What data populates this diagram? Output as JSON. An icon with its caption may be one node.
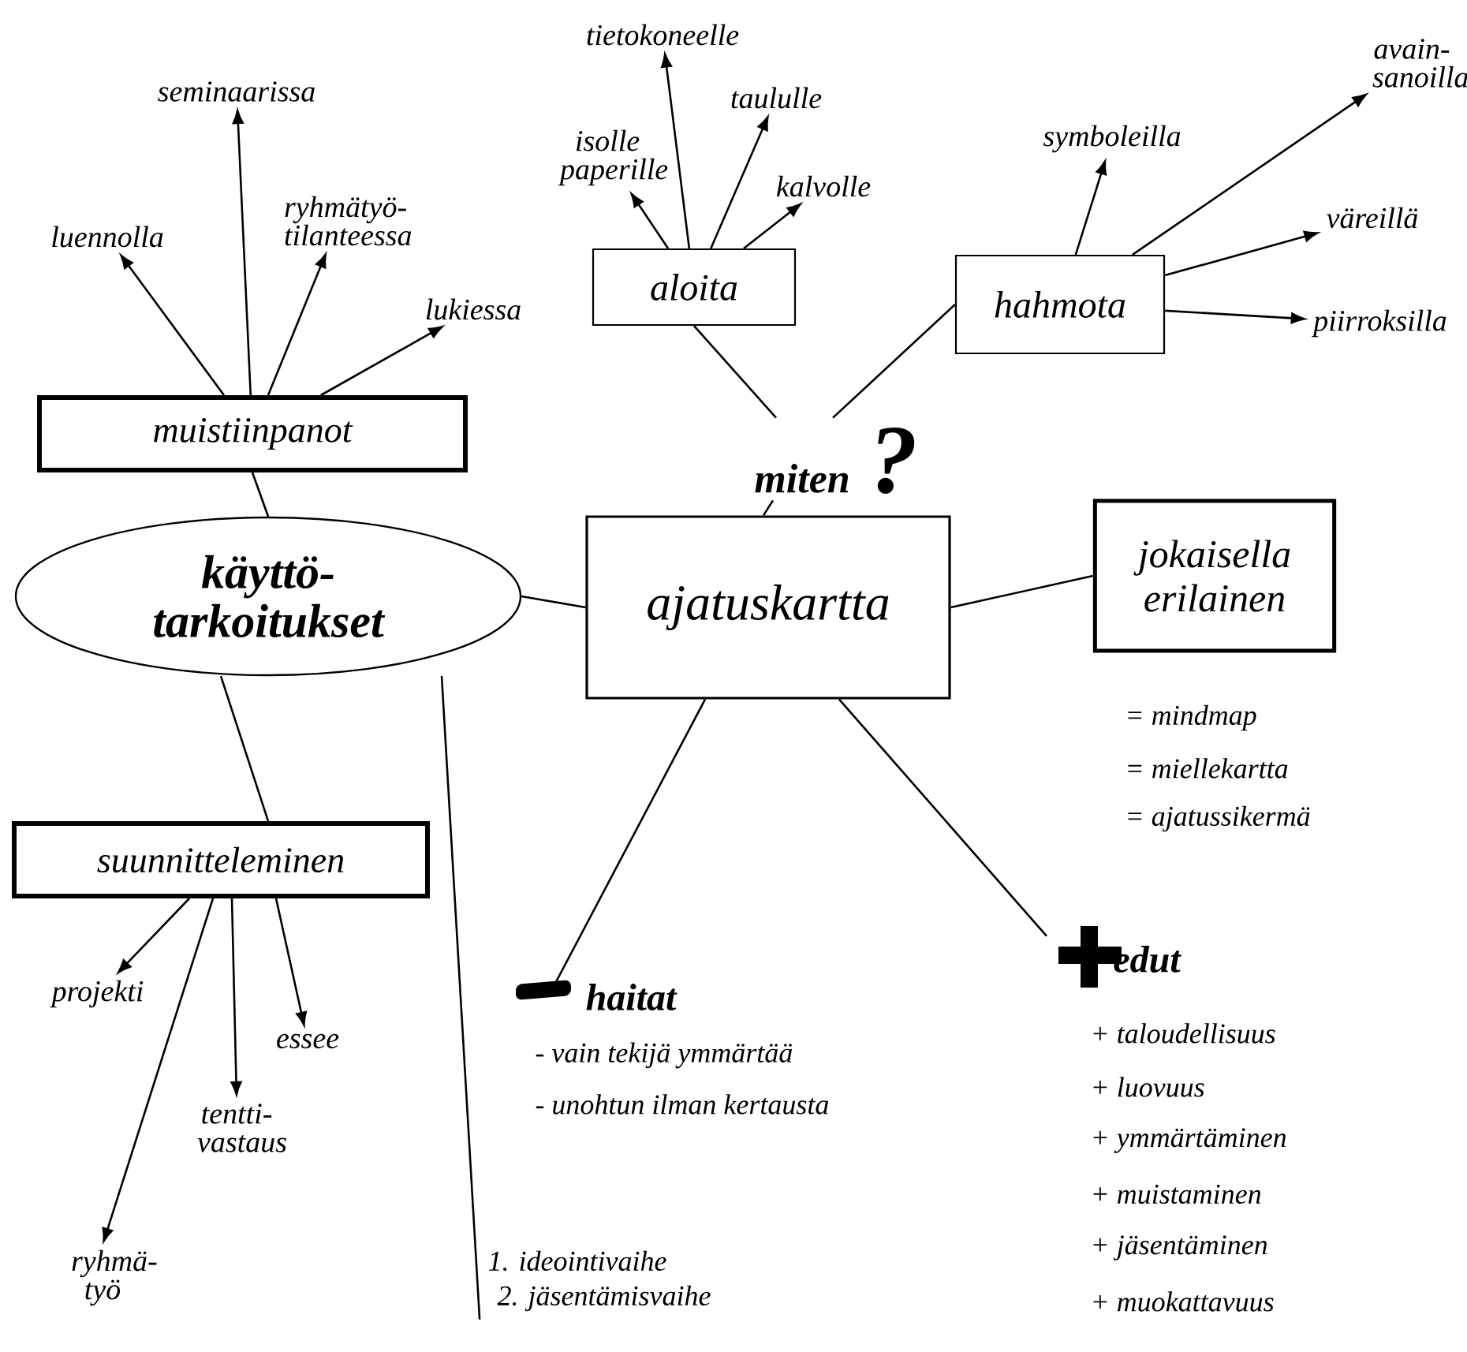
{
  "diagram": {
    "nodes": [
      {
        "text": [
          "seminaarissa"
        ]
      },
      {
        "text": [
          "luennolla"
        ]
      },
      {
        "text": [
          "ryhmätyö- tilanteessa"
        ]
      },
      {
        "text": [
          "lukiessa"
        ]
      },
      {
        "text": [
          "muistiinpanot"
        ]
      },
      {
        "text": [
          "tietokoneelle"
        ]
      },
      {
        "text": [
          "isolle paperille"
        ]
      },
      {
        "text": [
          "taululle"
        ]
      },
      {
        "text": [
          "kalvolle"
        ]
      },
      {
        "text": [
          "aloita"
        ]
      },
      {
        "text": [
          "symboleilla"
        ]
      },
      {
        "text": [
          "avain- sanoilla"
        ]
      },
      {
        "text": [
          "väreillä"
        ]
      },
      {
        "text": [
          "piirroksilla"
        ]
      },
      {
        "text": [
          "hahmota"
        ]
      },
      {
        "text": [
          "miten",
          "?"
        ]
      },
      {
        "text": [
          "käyttö- tarkoitukset"
        ]
      },
      {
        "text": [
          "ajatuskartta"
        ]
      },
      {
        "text": [
          "jokaisella erilainen"
        ],
        "beside": [
          "= mindmap",
          "= miellekartta",
          "= ajatussikermä"
        ]
      },
      {
        "text": [
          "suunnitteleminen"
        ]
      },
      {
        "text": [
          "projekti"
        ]
      },
      {
        "text": [
          "essee"
        ]
      },
      {
        "text": [
          "tentti- vastaus"
        ]
      },
      {
        "text": [
          "ryhmä- työ"
        ]
      },
      {
        "text": [
          "haitat"
        ],
        "beside": [
          "- vain tekijä ymmärtää",
          "- unohtun ilman kertausta"
        ]
      },
      {
        "text": [
          "edut"
        ],
        "beside": [
          "+ taloudellisuus",
          "+ luovuus",
          "+ ymmärtäminen",
          "+ muistaminen",
          "+ jäsentäminen",
          "+ muokattavuus"
        ]
      },
      {
        "text": [
          "1. ideointivaihe",
          "2. jäsentämisvaihe"
        ]
      }
    ],
    "edges": [
      {
        "from": 4,
        "to": 0,
        "arrow": "to"
      },
      {
        "from": 4,
        "to": 1,
        "arrow": "to"
      },
      {
        "from": 4,
        "to": 2,
        "arrow": "to"
      },
      {
        "from": 4,
        "to": 3,
        "arrow": "to"
      },
      {
        "from": 9,
        "to": 5,
        "arrow": "to"
      },
      {
        "from": 9,
        "to": 6,
        "arrow": "to"
      },
      {
        "from": 9,
        "to": 7,
        "arrow": "to"
      },
      {
        "from": 9,
        "to": 8,
        "arrow": "to"
      },
      {
        "from": 14,
        "to": 10,
        "arrow": "to"
      },
      {
        "from": 14,
        "to": 11,
        "arrow": "to"
      },
      {
        "from": 14,
        "to": 12,
        "arrow": "to"
      },
      {
        "from": 14,
        "to": 13,
        "arrow": "to"
      },
      {
        "from": 9,
        "to": 15,
        "arrow": "none"
      },
      {
        "from": 14,
        "to": 15,
        "arrow": "none"
      },
      {
        "from": 17,
        "to": 15,
        "arrow": "none"
      },
      {
        "from": 16,
        "to": 4,
        "arrow": "none"
      },
      {
        "from": 16,
        "to": 17,
        "arrow": "none"
      },
      {
        "from": 17,
        "to": 18,
        "arrow": "none"
      },
      {
        "from": 16,
        "to": 19,
        "arrow": "none"
      },
      {
        "from": 19,
        "to": 20,
        "arrow": "to"
      },
      {
        "from": 19,
        "to": 21,
        "arrow": "to"
      },
      {
        "from": 19,
        "to": 22,
        "arrow": "to"
      },
      {
        "from": 19,
        "to": 23,
        "arrow": "to"
      },
      {
        "from": 17,
        "to": 24,
        "arrow": "none"
      },
      {
        "from": 17,
        "to": 25,
        "arrow": "none"
      },
      {
        "from": 16,
        "to": 26,
        "arrow": "none"
      }
    ]
  }
}
